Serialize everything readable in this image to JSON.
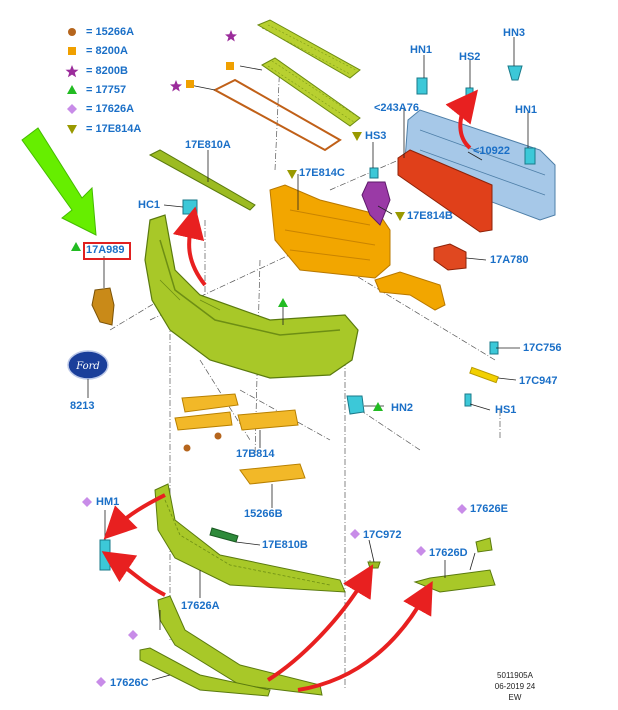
{
  "legend": [
    {
      "symbol": "circle",
      "color": "#b5651d",
      "code": "= 15266A"
    },
    {
      "symbol": "square",
      "color": "#f0a000",
      "code": "= 8200A"
    },
    {
      "symbol": "star",
      "color": "#9b2c9b",
      "code": "= 8200B"
    },
    {
      "symbol": "triangle",
      "color": "#22bb22",
      "code": "= 17757"
    },
    {
      "symbol": "diamond",
      "color": "#c88ce8",
      "code": "= 17626A"
    },
    {
      "symbol": "triangle-down",
      "color": "#999900",
      "code": "= 17E814A"
    }
  ],
  "labels": {
    "hn1_top": "HN1",
    "hs2": "HS2",
    "hn3": "HN3",
    "ref_243a76": "<243A76",
    "hn1_right": "HN1",
    "ref_10922": "<10922",
    "p17e810a": "17E810A",
    "hs3": "HS3",
    "hc1": "HC1",
    "p17e814c": "17E814C",
    "p17e814b": "17E814B",
    "p17a989": "17A989",
    "p17a780": "17A780",
    "p8213": "8213",
    "p17c756": "17C756",
    "p17c947": "17C947",
    "hs1": "HS1",
    "hn2": "HN2",
    "p17b814": "17B814",
    "p15266b": "15266B",
    "hm1": "HM1",
    "p17e810b": "17E810B",
    "p17c972": "17C972",
    "p17626e": "17626E",
    "p17626d": "17626D",
    "p17626a": "17626A",
    "p17626c": "17626C"
  },
  "emblem_text": "Ford",
  "footer": {
    "line1": "5011905A",
    "line2": "06-2019 24",
    "line3": "EW"
  }
}
